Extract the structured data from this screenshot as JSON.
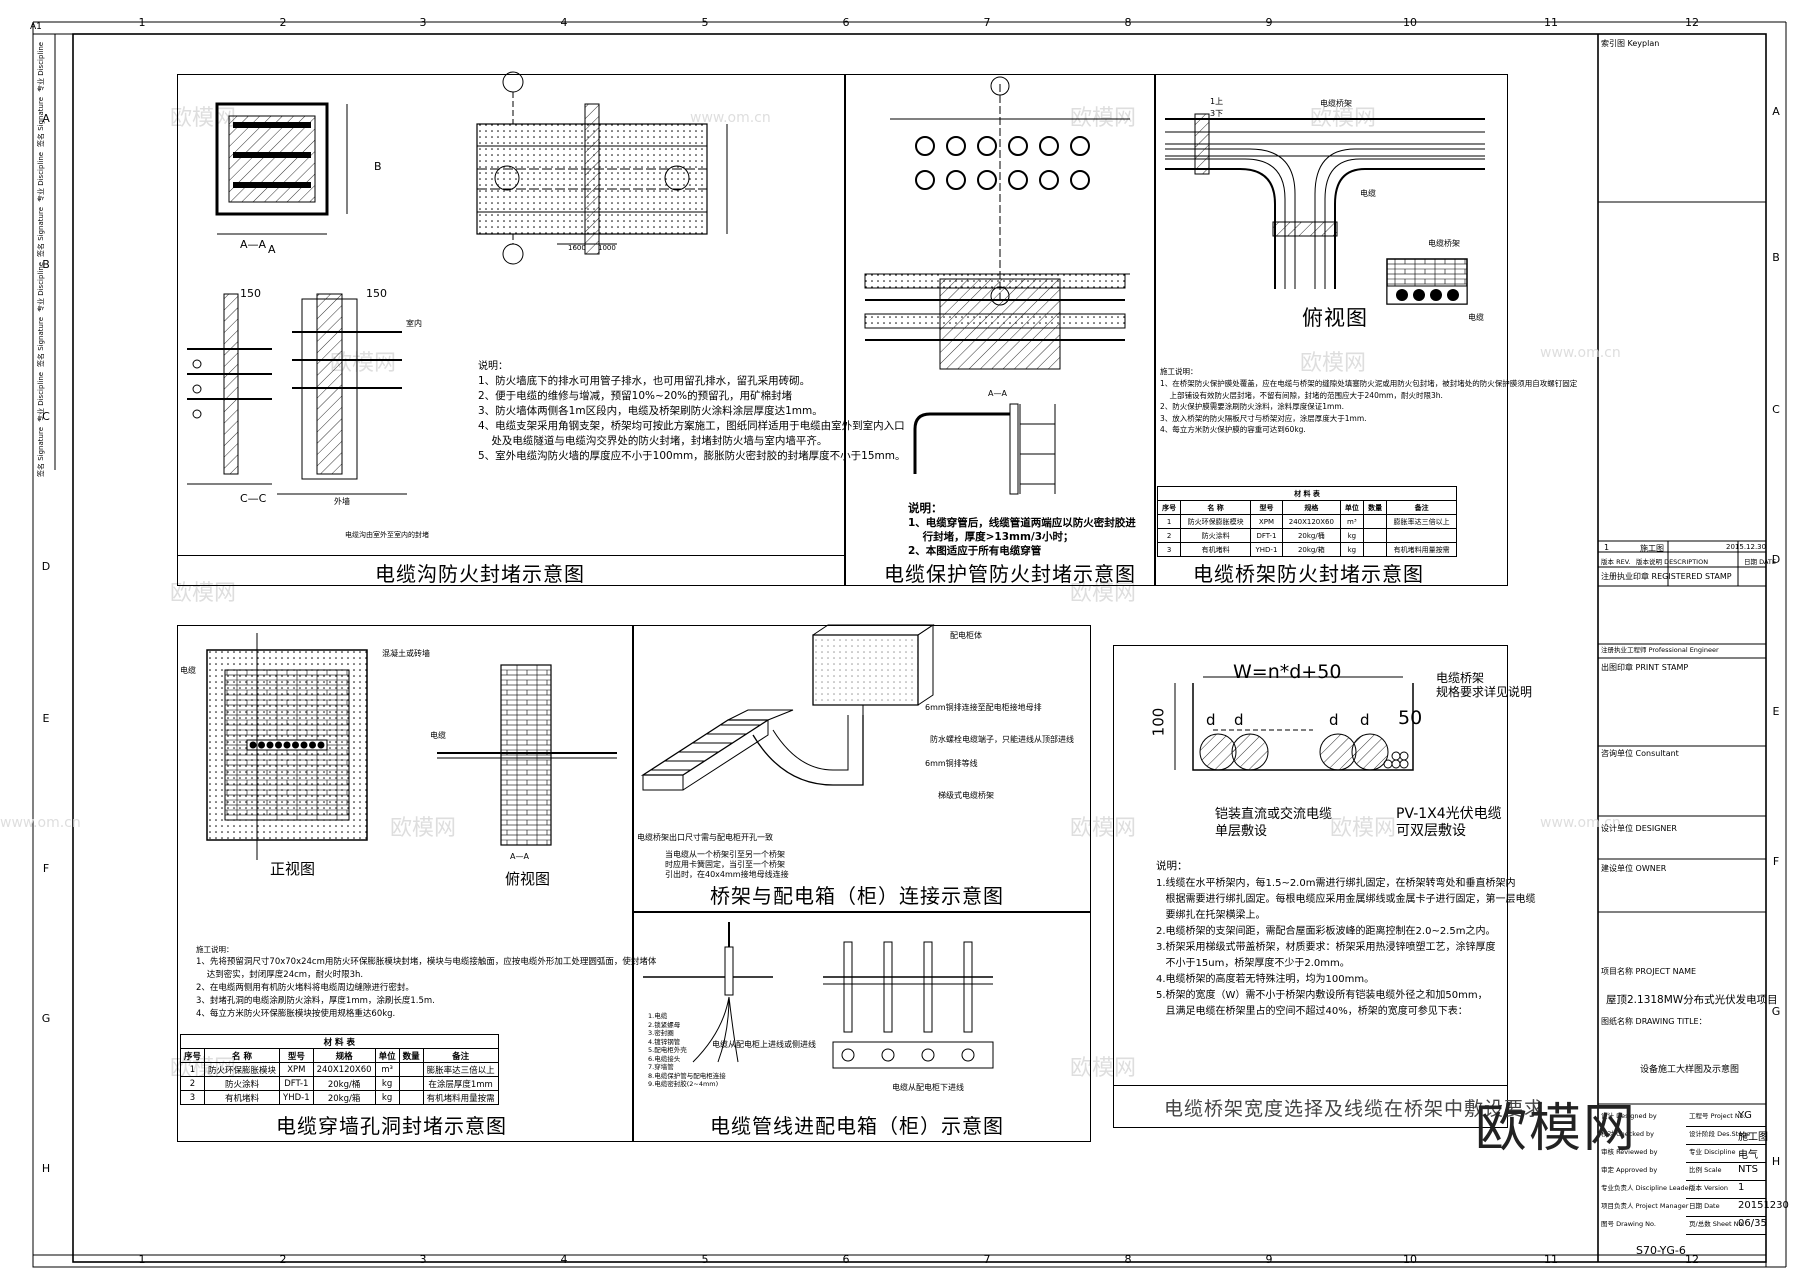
{
  "sheet": {
    "size_tag": "A1",
    "grid_numbers": [
      "1",
      "2",
      "3",
      "4",
      "5",
      "6",
      "7",
      "8",
      "9",
      "10",
      "11",
      "12"
    ],
    "grid_letters": [
      "A",
      "B",
      "C",
      "D",
      "E",
      "F",
      "G",
      "H"
    ],
    "watermark_logo": "欧模网",
    "watermark_text": "欧模网",
    "watermark_url": "www.om.cn"
  },
  "left_strip": [
    "专业 Discipline",
    "签名 Signature",
    "专业 Discipline",
    "签名 Signature",
    "专业 Discipline",
    "签名 Signature",
    "专业 Discipline",
    "签名 Signature"
  ],
  "panels": {
    "p1": {
      "title": "电缆沟防火封堵示意图",
      "section_aa": "A—A",
      "section_cc": "C—C",
      "dim_150a": "150",
      "dim_150b": "150",
      "dim_1600": "1600",
      "dim_1000": "1000",
      "label_a": "A",
      "label_b": "B",
      "label_indoor": "室内",
      "label_outdoor": "外墙",
      "sub_caption": "电缆沟由室外至室内的封堵",
      "notes_title": "说明：",
      "notes": "1、防火墙底下的排水可用管子排水，也可用留孔排水，留孔采用砖砌。\n2、便于电缆的维修与增减，预留10%~20%的预留孔，用矿棉封堵\n3、防火墙体两侧各1m区段内，电缆及桥架刷防火涂料涂层厚度达1mm。\n4、电缆支架采用角钢支架，桥架均可按此方案施工，图纸同样适用于电缆由室外到室内入口\n    处及电缆隧道与电缆沟交界处的防火封堵，封堵封防火墙与室内墙平齐。\n5、室外电缆沟防火墙的厚度应不小于100mm，膨胀防火密封胶的封堵厚度不小于15mm。"
    },
    "p2": {
      "title": "电缆保护管防火封堵示意图",
      "section_aa": "A—A",
      "notes_title": "说明：",
      "notes": "1、电缆穿管后，线缆管道两端应以防火密封胶进\n    行封堵，厚度>13mm/3小时；\n2、本图适应于所有电缆穿管"
    },
    "p3": {
      "title": "电缆桥架防火封堵示意图",
      "top_view": "俯视图",
      "label_tray": "电缆桥架",
      "label_cable": "电缆",
      "label_tray2": "电缆桥架",
      "label_cable2": "电缆",
      "label_up": "1上",
      "label_down": "3下",
      "notes_title": "施工说明：",
      "notes": "1、在桥架防火保护膜处覆盖，应在电缆与桥架的缝隙处填塞防火泥或用防火包封堵，被封堵处的防火保护膜须用自攻螺钉固定\n    上部铺设有效防火层封堵，不留有间隙，封堵的范围应大于240mm，耐火时限3h.\n2、防火保护膜需要涂刷防火涂料，涂料厚度保证1mm.\n3、放入桥架的防火隔板尺寸与桥架对应，涂层厚度大于1mm.\n4、每立方米防火保护膜的容重可达到60kg.",
      "table_title": "材 料 表",
      "table_head": [
        "序号",
        "名 称",
        "型号",
        "规格",
        "单位",
        "数量",
        "备注"
      ],
      "table_rows": [
        [
          "1",
          "防火环保膨胀模块",
          "XPM",
          "240X120X60",
          "m³",
          "",
          "膨胀率达三倍以上"
        ],
        [
          "2",
          "防火涂料",
          "DFT-1",
          "20kg/桶",
          "kg",
          "",
          ""
        ],
        [
          "3",
          "有机堵料",
          "YHD-1",
          "20kg/箱",
          "kg",
          "",
          "有机堵料用量按需"
        ]
      ]
    },
    "p4": {
      "title": "电缆穿墙孔洞封堵示意图",
      "front_view": "正视图",
      "top_view": "俯视图",
      "label_cable": "电缆",
      "label_cable2": "电缆",
      "label_wall": "混凝土或砖墙",
      "section_aa": "A—A",
      "notes_title": "施工说明：",
      "notes": "1、先将预留洞尺寸70x70x24cm用防火环保膨胀模块封堵，模块与电缆接触面，应按电缆外形加工处理圆弧面，使封堵体\n    达到密实，封闭厚度24cm，耐火时限3h.\n2、在电缆两侧用有机防火堵料将电缆周边缝隙进行密封。\n3、封堵孔洞的电缆涂刷防火涂料，厚度1mm，涂刷长度1.5m.\n4、每立方米防火环保膨胀模块按使用规格重达60kg.",
      "table_title": "材 料 表",
      "table_head": [
        "序号",
        "名 称",
        "型号",
        "规格",
        "单位",
        "数量",
        "备注"
      ],
      "table_rows": [
        [
          "1",
          "防火环保膨胀模块",
          "XPM",
          "240X120X60",
          "m³",
          "",
          "膨胀率达三倍以上"
        ],
        [
          "2",
          "防火涂料",
          "DFT-1",
          "20kg/桶",
          "kg",
          "",
          "在涂层厚度1mm"
        ],
        [
          "3",
          "有机堵料",
          "YHD-1",
          "20kg/箱",
          "kg",
          "",
          "有机堵料用量按需"
        ]
      ]
    },
    "p5": {
      "title": "桥架与配电箱（柜）连接示意图",
      "label_box": "配电柜体",
      "label_a": "6mm铜排连接至配电柜接地母排",
      "label_b": "防水螺栓电缆端子，只能进线从顶部进线",
      "label_c": "6mm铜排等线",
      "label_d": "梯级式电缆桥架",
      "label_e": "电缆桥架出口尺寸需与配电柜开孔一致",
      "label_f": "当电缆从一个桥架引至另一个桥架\n时应用卡簧固定，当引至一个桥架\n引出时，在40x4mm接地母线连接"
    },
    "p6": {
      "title": "电缆管线进配电箱（柜）示意图",
      "sub_left": "电缆从配电柜上进线或侧进线",
      "sub_right": "电缆从配电柜下进线",
      "legend": "1.电缆\n2.锁紧螺母\n3.密封圈\n4.镀锌钢管\n5.配电柜外壳\n6.电缆接头\n7.穿墙管\n8.电缆保护管与配电柜连接\n9.电缆密封胶(2~4mm)"
    },
    "p7": {
      "title": "电缆桥架宽度选择及线缆在桥架中敷设要求",
      "formula": "W=n*d+50",
      "dim_100": "100",
      "dim_d1": "d",
      "dim_d2": "d",
      "dim_d3": "d",
      "dim_d4": "d",
      "dim_50": "50",
      "label_tray": "电缆桥架\n规格要求详见说明",
      "label_armored": "铠装直流或交流电缆\n单层敷设",
      "label_pv": "PV-1X4光伏电缆\n可双层敷设",
      "notes_title": "说明：",
      "notes": "1.线缆在水平桥架内，每1.5~2.0m需进行绑扎固定，在桥架转弯处和垂直桥架内\n   根据需要进行绑扎固定。每根电缆应采用金属绑线或金属卡子进行固定，第一层电缆\n   要绑扎在托架横梁上。\n2.电缆桥架的支架间距，需配合屋面彩板波峰的距离控制在2.0~2.5m之内。\n3.桥架采用梯级式带盖桥架，材质要求：桥架采用热浸锌喷塑工艺，涂锌厚度\n   不小于15um，桥架厚度不少于2.0mm。\n4.电缆桥架的高度若无特殊注明，均为100mm。\n5.桥架的宽度（W）需不小于桥架内敷设所有铠装电缆外径之和加50mm，\n   且满足电缆在桥架里占的空间不超过40%，桥架的宽度可参见下表："
    }
  },
  "title_block": {
    "keyplan": "索引图 Keyplan",
    "rev_no": "1",
    "rev_desc": "施工图",
    "rev_date": "2015.12.30",
    "rev_label": "版本 REV.",
    "desc_label": "版本说明 DESCRIPTION",
    "date_label": "日期 DATE",
    "registered": "注册执业印章 REGISTERED STAMP",
    "professional": "注册执业工程师 Professional Engineer",
    "print": "出图印章 PRINT STAMP",
    "consultant": "咨询单位 Consultant",
    "designer": "设计单位 DESIGNER",
    "owner": "建设单位 OWNER",
    "project_label": "项目名称 PROJECT NAME",
    "project_name": "屋顶2.1318MW分布式光伏发电项目",
    "drawing_label": "图纸名称 DRAWING TITLE：",
    "drawing_title": "设备施工大样图及示意图",
    "rows": [
      {
        "label": "工程号 Project No.",
        "value": "YG"
      },
      {
        "label": "设计阶段 Des.Stage",
        "value": "施工图"
      },
      {
        "label": "专业 Discipline",
        "value": "电气"
      },
      {
        "label": "比例 Scale",
        "value": "NTS"
      },
      {
        "label": "版本 Version",
        "value": "1"
      },
      {
        "label": "日期 Date",
        "value": "20151230"
      },
      {
        "label": "页/总数 Sheet No.",
        "value": "06/35"
      }
    ],
    "roles": [
      "设计 Designed by",
      "校对 Checked by",
      "审核 Reviewed by",
      "审定 Approved by",
      "专业负责人 Discipline Leader",
      "项目负责人 Project Manager",
      "图号 Drawing No."
    ],
    "drawing_no": "S70-YG-6",
    "logo": "欧模网"
  }
}
